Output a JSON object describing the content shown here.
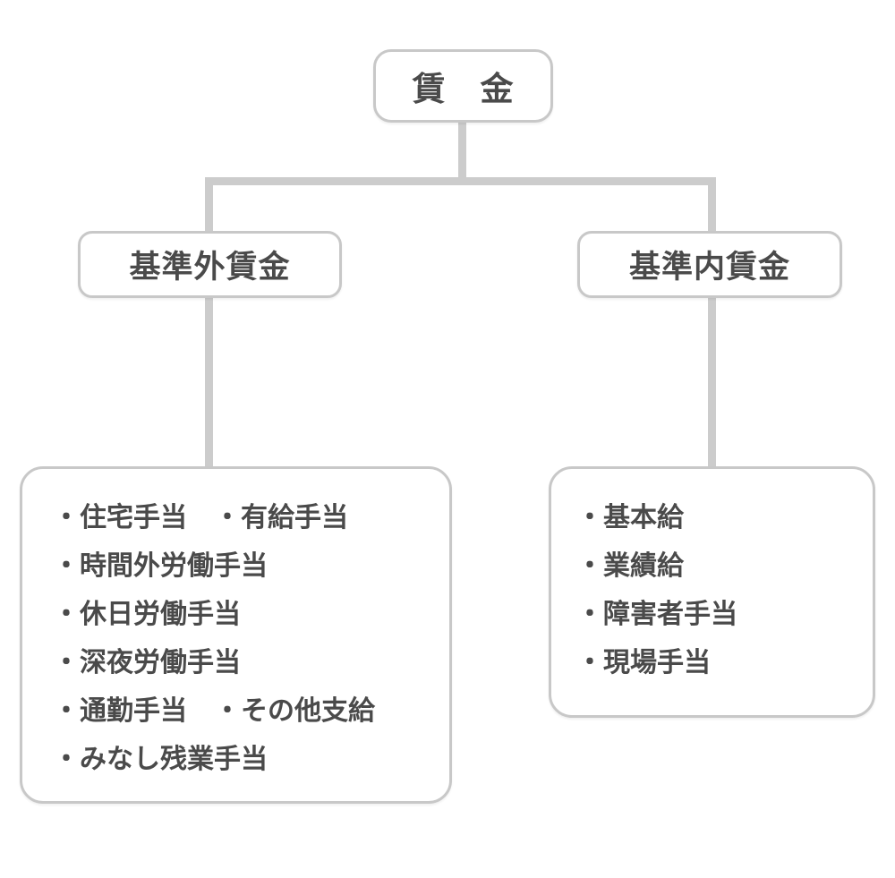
{
  "colors": {
    "background": "#ffffff",
    "box_border": "#c8c8c8",
    "connector": "#cccccc",
    "text": "#4a4a4a"
  },
  "root": {
    "label": "賃　金"
  },
  "branch_left": {
    "title": "基準外賃金",
    "lines": [
      "・住宅手当　・有給手当",
      "・時間外労働手当",
      "・休日労働手当",
      "・深夜労働手当",
      "・通勤手当　・その他支給",
      "・みなし残業手当"
    ]
  },
  "branch_right": {
    "title": "基準内賃金",
    "lines": [
      "・基本給",
      "・業績給",
      "・障害者手当",
      "・現場手当"
    ]
  }
}
